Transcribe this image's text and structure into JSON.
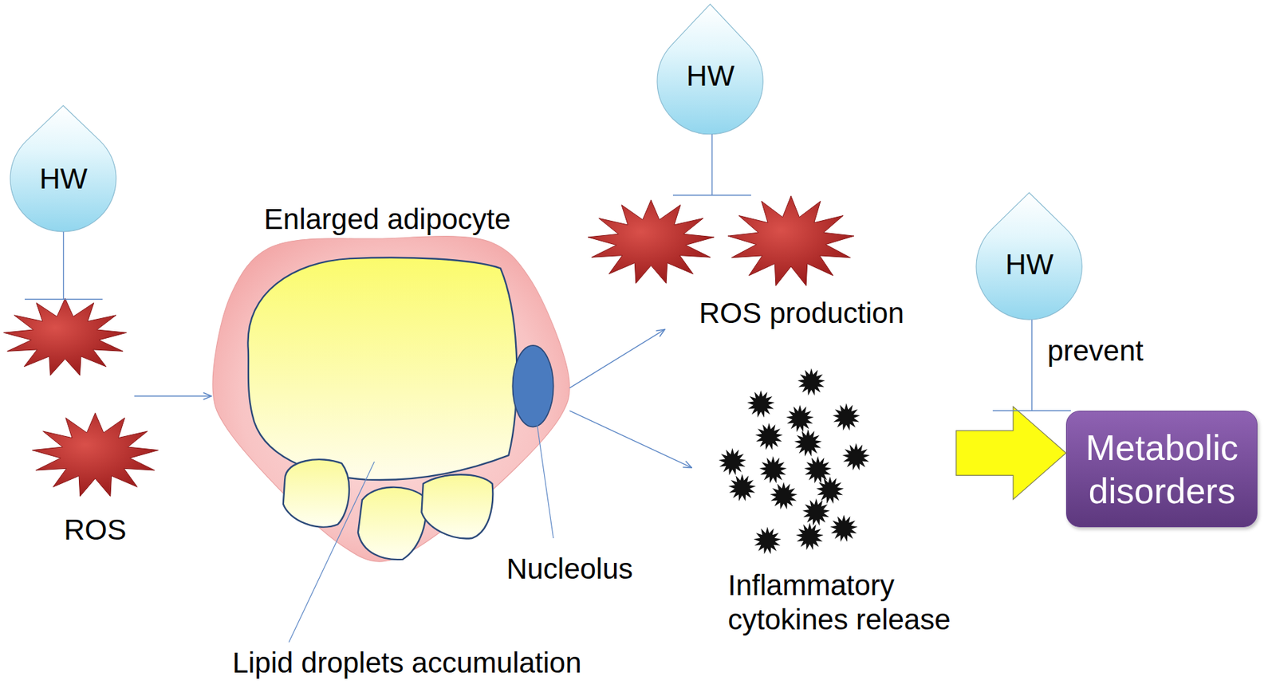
{
  "diagram": {
    "nodes": [
      {
        "text": [
          "HW"
        ]
      },
      {
        "text": [
          "ROS"
        ]
      },
      {
        "text": [
          "Enlarged adipocyte"
        ]
      },
      {
        "text": [
          "HW"
        ]
      },
      {
        "text": [
          "ROS production"
        ]
      },
      {
        "text": [
          "Inflammatory cytokines release"
        ]
      },
      {
        "text": [
          "HW"
        ]
      },
      {
        "text": [
          "Metabolic disorders"
        ]
      }
    ],
    "edges": [
      {
        "from": 0,
        "to": 1,
        "arrow": "to"
      },
      {
        "from": 1,
        "to": 2,
        "arrow": "to"
      },
      {
        "from": 2,
        "to": 4,
        "arrow": "to"
      },
      {
        "from": 2,
        "to": 5,
        "arrow": "to"
      },
      {
        "from": 3,
        "to": 4,
        "arrow": "to"
      },
      {
        "from": 5,
        "to": 7,
        "arrow": "to"
      },
      {
        "from": 6,
        "to": 7,
        "arrow": "to",
        "label": "prevent"
      }
    ],
    "labels": [
      "Nucleolus",
      "Lipid droplets accumulation"
    ]
  }
}
